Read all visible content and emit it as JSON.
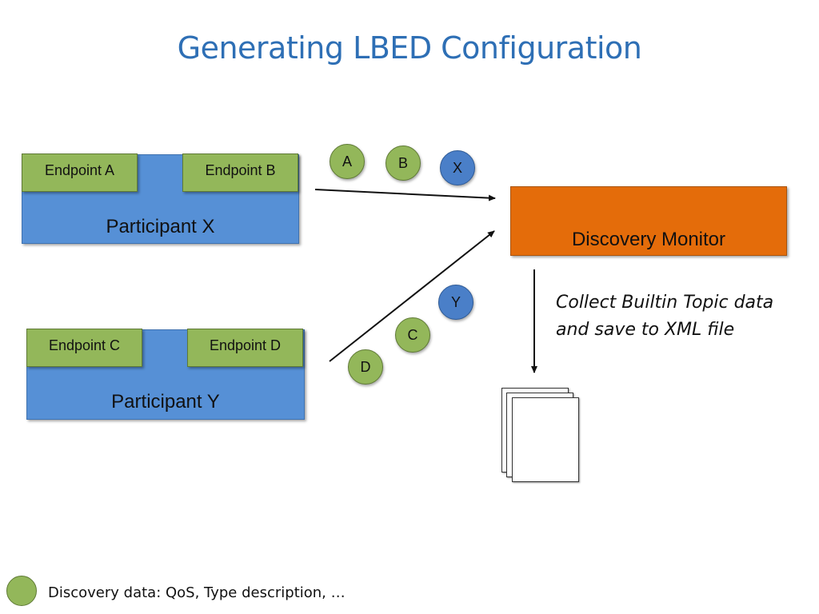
{
  "title": "Generating LBED Configuration",
  "participants": [
    {
      "label": "Participant X",
      "endpoints": [
        "Endpoint A",
        "Endpoint B"
      ]
    },
    {
      "label": "Participant Y",
      "endpoints": [
        "Endpoint C",
        "Endpoint D"
      ]
    }
  ],
  "monitor": {
    "label": "Discovery Monitor"
  },
  "tokens": {
    "upper": [
      {
        "label": "A",
        "kind": "endpoint"
      },
      {
        "label": "B",
        "kind": "endpoint"
      },
      {
        "label": "X",
        "kind": "participant"
      }
    ],
    "lower": [
      {
        "label": "Y",
        "kind": "participant"
      },
      {
        "label": "C",
        "kind": "endpoint"
      },
      {
        "label": "D",
        "kind": "endpoint"
      }
    ]
  },
  "note": {
    "line1": "Collect Builtin Topic data",
    "line2": "and save to XML file"
  },
  "legend": {
    "text": "Discovery data: QoS, Type description, …"
  },
  "colors": {
    "title": "#2e6fb5",
    "participant": "#5690d6",
    "endpoint": "#93b75a",
    "participant_token": "#4a7fc8",
    "monitor": "#e46c0a"
  }
}
